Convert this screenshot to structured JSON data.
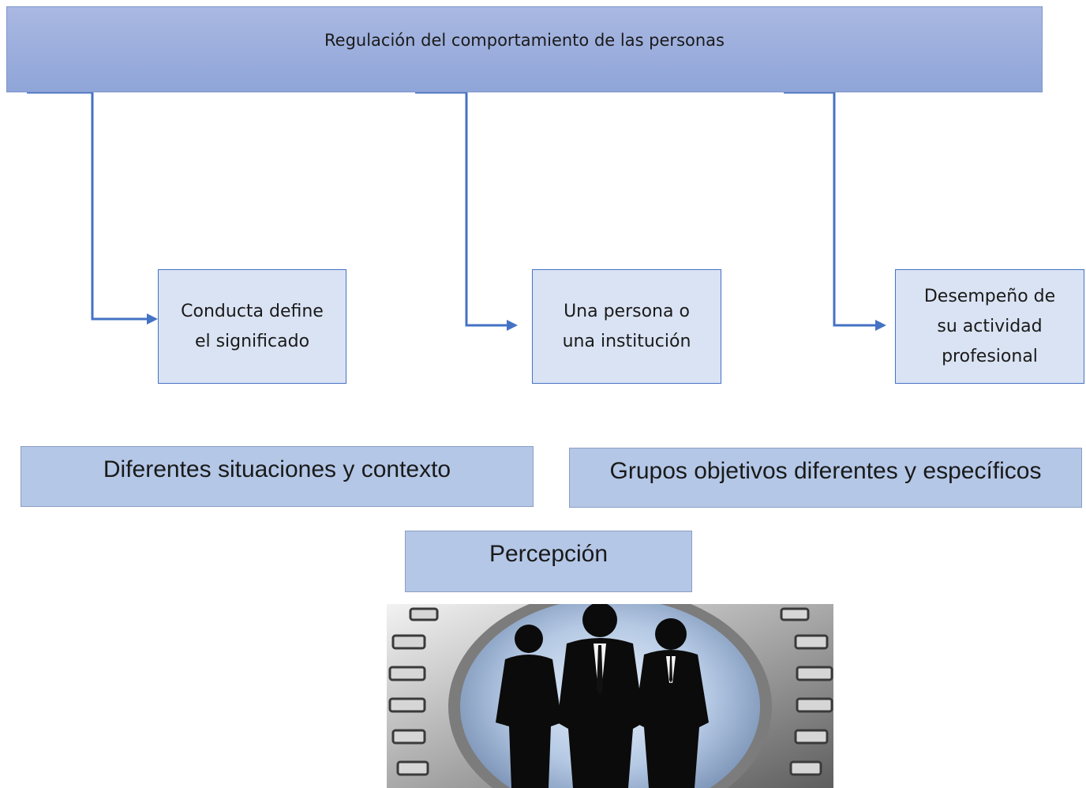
{
  "diagram": {
    "root": "Regulación del comportamiento de las personas",
    "children": [
      [
        "Conducta define",
        "el significado"
      ],
      [
        "Una persona o",
        "una institución"
      ],
      [
        "Desempeño de",
        "su actividad",
        "profesional"
      ]
    ],
    "situaciones": "Diferentes situaciones y contexto",
    "grupos": "Grupos objetivos diferentes y específicos",
    "percepcion": "Percepción"
  },
  "colors": {
    "connector": "#4472c4",
    "root_fill": "#a3b3df",
    "child_fill": "#dae3f3",
    "secondary_fill": "#b4c7e7"
  },
  "icons": {
    "picture": "business-team-gear-image"
  }
}
